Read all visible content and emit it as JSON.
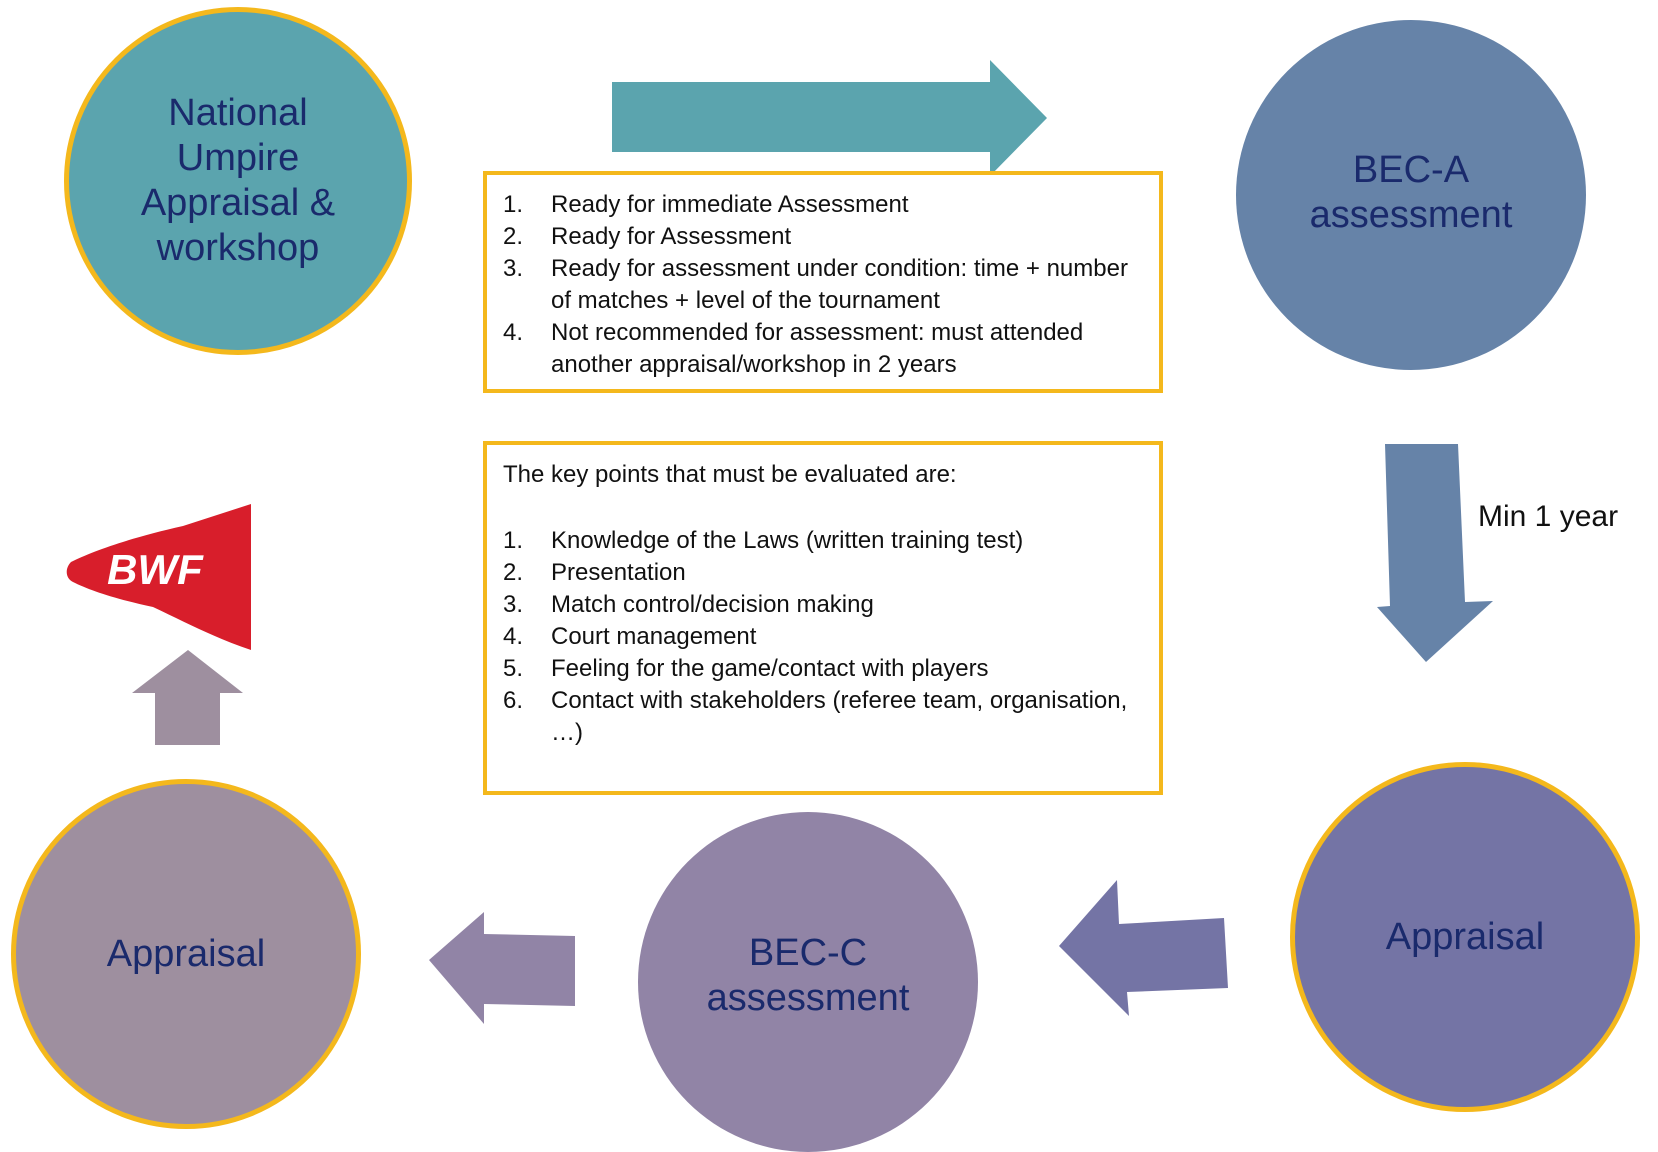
{
  "colors": {
    "node_teal": "#5ba4ae",
    "node_slate_blue": "#6683a8",
    "node_indigo": "#7474a5",
    "node_mauve": "#9184a6",
    "node_dusty": "#9e8f9f",
    "ring": "#f4b81c",
    "text_node": "#1a2a6c",
    "arrow_teal": "#5ba4ae",
    "arrow_blue": "#6683a8",
    "arrow_indigo": "#7474a5",
    "arrow_mauve": "#9184a6",
    "arrow_dusty": "#9e8f9f",
    "logo_red": "#d81e2b"
  },
  "nodes": {
    "national_umpire": {
      "lines": [
        "National",
        "Umpire",
        "Appraisal &",
        "workshop"
      ]
    },
    "bec_a": {
      "lines": [
        "BEC-A",
        "assessment"
      ]
    },
    "appraisal_right": {
      "lines": [
        "Appraisal"
      ]
    },
    "bec_c": {
      "lines": [
        "BEC-C",
        "assessment"
      ]
    },
    "appraisal_left": {
      "lines": [
        "Appraisal"
      ]
    }
  },
  "box_outcomes": {
    "items": [
      {
        "num": "1.",
        "text": "Ready for immediate Assessment"
      },
      {
        "num": "2.",
        "text": "Ready for Assessment"
      },
      {
        "num": "3.",
        "text": "Ready for assessment under condition: time + number of matches + level of the tournament"
      },
      {
        "num": "4.",
        "text": "Not recommended for assessment: must attended another appraisal/workshop in 2 years"
      }
    ]
  },
  "box_keypoints": {
    "intro": "The key points that must be evaluated are:",
    "items": [
      {
        "num": "1.",
        "text": "Knowledge of the Laws (written training test)"
      },
      {
        "num": "2.",
        "text": "Presentation"
      },
      {
        "num": "3.",
        "text": "Match control/decision making"
      },
      {
        "num": "4.",
        "text": "Court management"
      },
      {
        "num": "5.",
        "text": "Feeling for the game/contact with players"
      },
      {
        "num": "6.",
        "text": "Contact with stakeholders (referee team, organisation, …)"
      }
    ]
  },
  "edge_label": "Min 1 year",
  "logo": {
    "text": "BWF"
  }
}
